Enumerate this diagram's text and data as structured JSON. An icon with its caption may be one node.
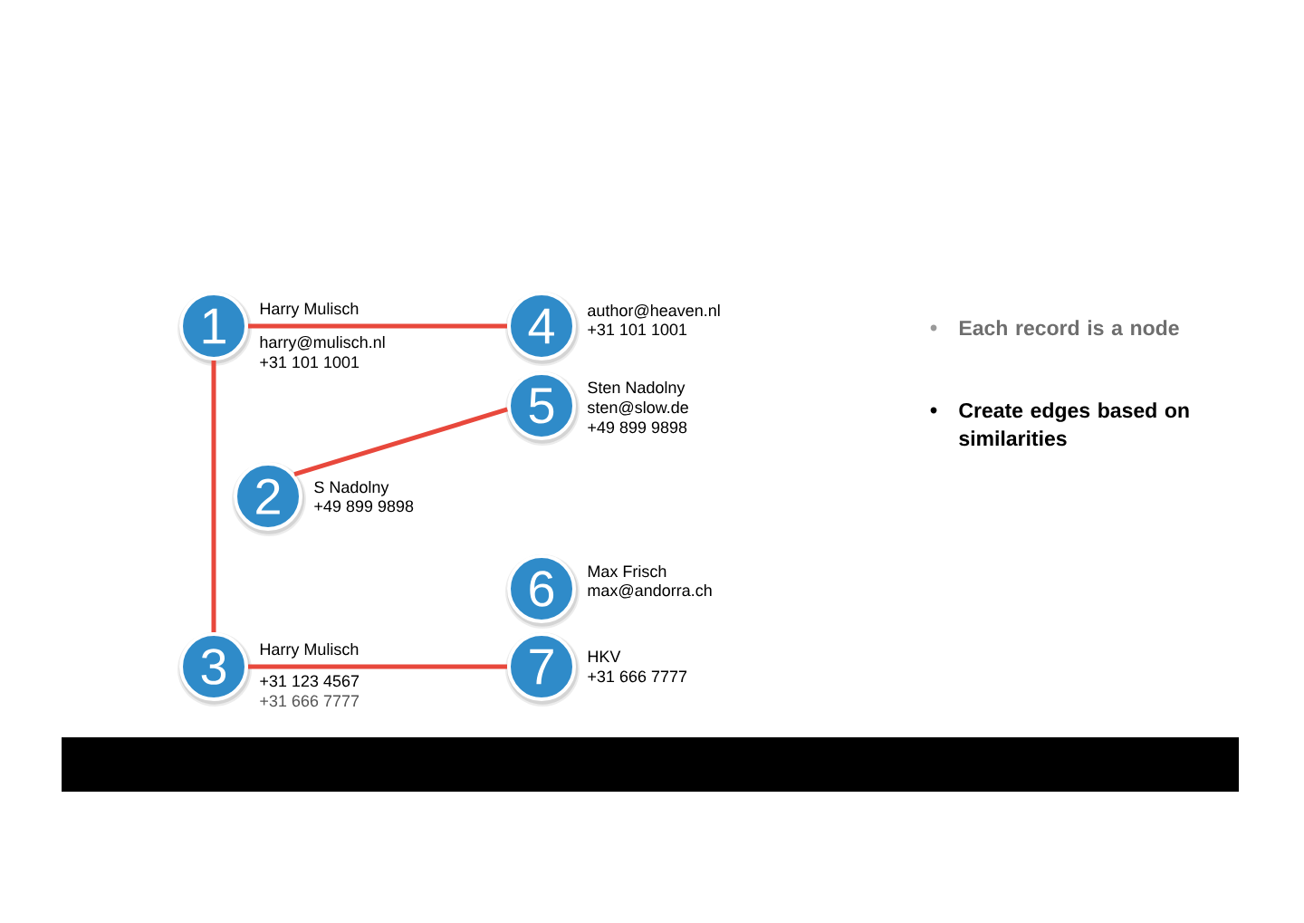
{
  "diagram": {
    "nodes": [
      {
        "text": [
          "1"
        ],
        "beside": [
          "Harry Mulisch",
          "harry@mulisch.nl",
          "+31 101 1001"
        ]
      },
      {
        "text": [
          "2"
        ],
        "beside": [
          "S Nadolny",
          "+49 899 9898"
        ]
      },
      {
        "text": [
          "3"
        ],
        "beside": [
          "Harry Mulisch",
          "+31 123 4567",
          "+31 666 7777"
        ]
      },
      {
        "text": [
          "4"
        ],
        "beside": [
          "author@heaven.nl",
          "+31 101 1001"
        ]
      },
      {
        "text": [
          "5"
        ],
        "beside": [
          "Sten Nadolny",
          "sten@slow.de",
          "+49 899 9898"
        ]
      },
      {
        "text": [
          "6"
        ],
        "beside": [
          "Max Frisch",
          "max@andorra.ch"
        ]
      },
      {
        "text": [
          "7"
        ],
        "beside": [
          "HKV",
          "+31 666 7777"
        ]
      }
    ],
    "edges": [
      {
        "from": 0,
        "to": 3,
        "arrow": "none"
      },
      {
        "from": 0,
        "to": 2,
        "arrow": "none"
      },
      {
        "from": 1,
        "to": 4,
        "arrow": "none"
      },
      {
        "from": 2,
        "to": 6,
        "arrow": "none"
      }
    ],
    "labels": [
      "Each record is a node",
      "Create edges based on similarities"
    ]
  }
}
